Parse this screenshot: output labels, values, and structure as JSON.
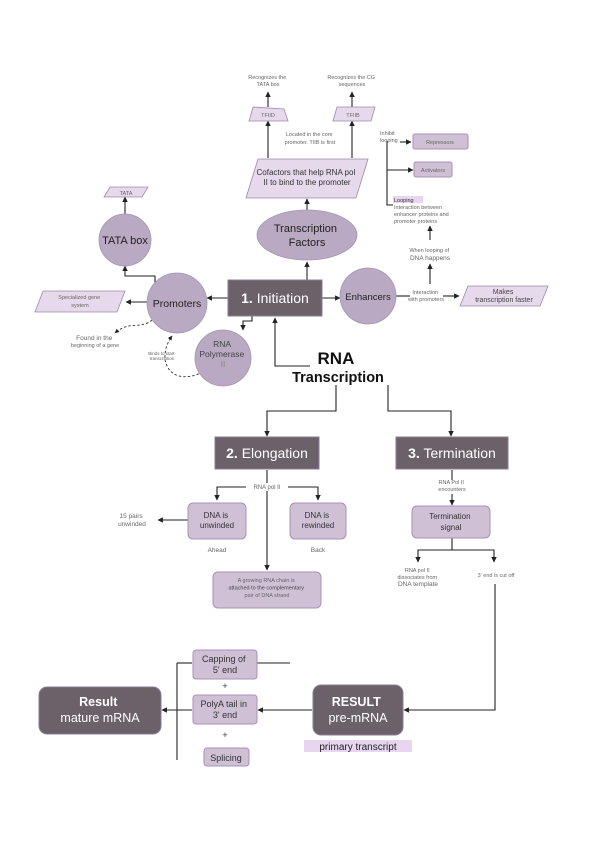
{
  "title": {
    "line1": "RNA",
    "line2": "Transcription"
  },
  "colors": {
    "stage_box": "#6b6169",
    "circle": "#b9a9c2",
    "para": "#e6d9ec",
    "rounded_box": "#cfc0d6",
    "highlight": "#e8d6f0"
  },
  "initiation": {
    "number": "1.",
    "label": "Initiation",
    "transcription_factors": {
      "line1": "Transcription",
      "line2": "Factors"
    },
    "cofactors": {
      "line1": "Cofactors that help RNA pol",
      "line2": "II to bind to the promoter"
    },
    "tf_note": {
      "line1": "Located in the core",
      "line2": "promoter. TIIB is first"
    },
    "tfiid": {
      "label": "TFIID",
      "note_line1": "Recognizes the",
      "note_line2": "TATA box"
    },
    "tfiib": {
      "label": "TFIIB",
      "note_line1": "Recognizes the CG",
      "note_line2": "sequences"
    },
    "tata_box": "TATA box",
    "tata_para": "TATA",
    "promoters": "Promoters",
    "specialized": {
      "line1": "Specialized gene",
      "line2": "system"
    },
    "found_in": {
      "line1": "Found in the",
      "line2": "beginning of a gene"
    },
    "binds_note": {
      "line1": "Binds to start",
      "line2": "transcription"
    },
    "rna_polymerase": {
      "line1": "RNA",
      "line2": "Polymerase",
      "line3": "II"
    },
    "enhancers": "Enhancers",
    "interaction": {
      "line1": "Interaction",
      "line2": "with promoters"
    },
    "makes_faster": {
      "line1": "Makes",
      "line2": "transcription faster"
    },
    "when_looping": {
      "line1": "When looping of",
      "line2": "DNA happens"
    },
    "looping": {
      "title": "Looping",
      "line1": "Interaction between",
      "line2": "enhancer proteins and",
      "line3": "promoter proteins"
    },
    "inhibit": {
      "line1": "Inhibit",
      "line2": "looping"
    },
    "repressors": "Repressors",
    "activators": "Activators"
  },
  "elongation": {
    "number": "2.",
    "label": "Elongation",
    "rna_pol": "RNA pol II",
    "unwinded": {
      "line1": "DNA is",
      "line2": "unwinded",
      "caption": "Ahead"
    },
    "rewinded": {
      "line1": "DNA is",
      "line2": "rewinded",
      "caption": "Back"
    },
    "pairs": {
      "line1": "15 pairs",
      "line2": "unwinded"
    },
    "growing": {
      "line1": "A growing RNA chain is",
      "line2": "attached to the complementary",
      "line3": "pair of DNA strand"
    }
  },
  "termination": {
    "number": "3.",
    "label": "Termination",
    "encounters": {
      "line1": "RNA Pol II",
      "line2": "encounters"
    },
    "signal": {
      "line1": "Termination",
      "line2": "signal"
    },
    "dissociates": {
      "line1": "RNA pol II",
      "line2": "dissociates from",
      "line3": "DNA template"
    },
    "cut_off": "3' end is cut off"
  },
  "result_pre": {
    "line1": "RESULT",
    "line2": "pre-mRNA",
    "caption": "primary transcript"
  },
  "processing": {
    "capping": {
      "line1": "Capping of",
      "line2": "5' end"
    },
    "plus1": "+",
    "polya": {
      "line1": "PolyA tail in",
      "line2": "3' end"
    },
    "plus2": "+",
    "splicing": "Splicing"
  },
  "result_mature": {
    "line1": "Result",
    "line2": "mature mRNA"
  }
}
